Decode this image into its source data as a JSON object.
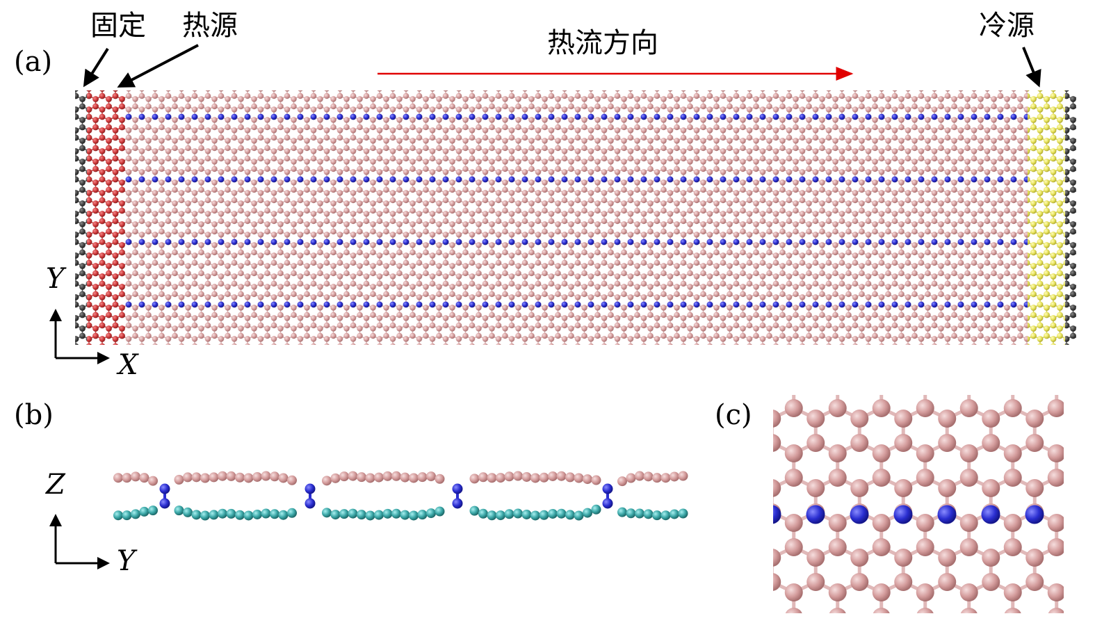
{
  "panels": {
    "a": {
      "label": "(a)",
      "annotations": {
        "fixed": "固定",
        "heat_source": "热源",
        "heat_flow": "热流方向",
        "cold_source": "冷源"
      },
      "axes": {
        "vertical": "Y",
        "horizontal": "X"
      }
    },
    "b": {
      "label": "(b)",
      "axes": {
        "vertical": "Z",
        "horizontal": "Y"
      }
    },
    "c": {
      "label": "(c)"
    }
  },
  "colors": {
    "fixed": "#4a4a4a",
    "heat_source": "#d9484a",
    "lattice": "#d9a3a3",
    "dopant": "#3b3fcf",
    "cold_source": "#e8e45a",
    "lower_layer": "#3aa6a6",
    "heat_flow_arrow": "#e00000"
  }
}
